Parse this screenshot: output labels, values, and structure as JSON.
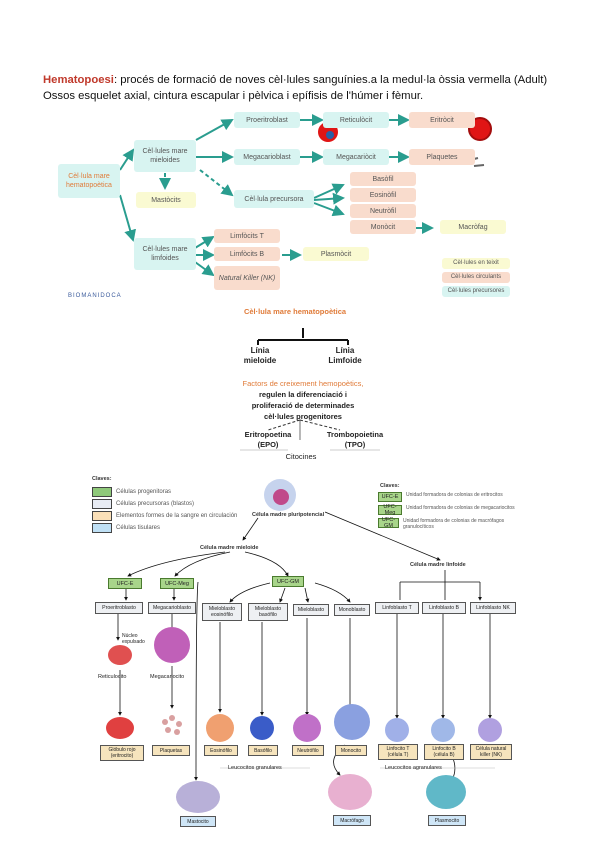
{
  "intro": {
    "highlight": "Hematopoesi",
    "line1_rest": ": procés de formació de noves cèl·lules sanguínies.a la medul·la òssia vermella (Adult)",
    "line2": "Ossos esquelet axial, cintura escapular i pèlvica i epífisis de l'húmer i fèmur."
  },
  "diagram1": {
    "stem": "Cèl·lula mare hematopoètica",
    "myeloid": "Cèl·lules mare mieloides",
    "lymphoid": "Cèl·lules mare limfoides",
    "mastocits": "Mastòcits",
    "proeritroblast": "Proeritroblast",
    "reticulocit": "Reticulòcit",
    "eritrocit": "Eritròcit",
    "megacarioblast": "Megacarioblast",
    "megacariocit": "Megacariòcit",
    "plaquetes": "Plaquetes",
    "precursora": "Cèl·lula precursora",
    "basofil": "Basòfil",
    "eosinofil": "Eosinòfil",
    "neutrofil": "Neutròfil",
    "monocit": "Monòcit",
    "macrofag": "Macròfag",
    "limfocitT": "Limfòcits T",
    "limfocitB": "Limfòcits B",
    "plasmocit": "Plasmòcit",
    "nk": "Natural Killer (NK)",
    "legend": [
      "Cèl·lules en teixit",
      "Cèl·lules circulants",
      "Cèl·lules precursores"
    ],
    "logo": "BIOMANIDOCA"
  },
  "diagram2": {
    "stem": "Cèl·lula mare hematopoètica",
    "myeloid": "Línia mieloide",
    "lymphoid": "Línia Limfoide",
    "factors_title": "Factors de creixement hemopoètics,",
    "factors_desc": "regulen la diferenciació i proliferació de determinades cèl·lules progenitores",
    "epo": "Eritropoetina (EPO)",
    "tpo": "Trombopoietina (TPO)",
    "citocines": "Citocines"
  },
  "diagram3": {
    "keys_title": "Claves:",
    "keys": [
      "Células progenitoras",
      "Células precursoras (blastos)",
      "Elementos formes de la sangre en circulación",
      "Células tisulares"
    ],
    "keys2_title": "Claves:",
    "keys2": [
      {
        "code": "UFC-E",
        "desc": "Unidad formadora de colonias de eritrocitos"
      },
      {
        "code": "UFC-Meg",
        "desc": "Unidad formadora de colonias de megacariocitos"
      },
      {
        "code": "UFC-GM",
        "desc": "Unidad formadora de colonias de macrófagos granulocíticos"
      }
    ],
    "pluripotent": "Célula madre pluripotencial",
    "myeloid_stem": "Célula madre mieloide",
    "lymphoid_stem": "Célula madre linfoide",
    "ufc_e": "UFC-E",
    "ufc_meg": "UFC-Meg",
    "ufc_gm": "UFC-GM",
    "proeritroblasto": "Proeritroblasto",
    "megacarioblasto": "Megacarioblasto",
    "mieloblasto_eos": "Mieloblasto eosinófilo",
    "mieloblasto_bas": "Mieloblasto basófilo",
    "mieloblasto": "Mieloblasto",
    "monoblasto": "Monoblasto",
    "linfoblasto_t": "Linfoblasto T",
    "linfoblasto_b": "Linfoblasto B",
    "linfoblasto_nk": "Linfoblasto NK",
    "nucleo": "Núcleo expulsado",
    "reticulocito": "Reticulocito",
    "megacariocito": "Megacariocito",
    "globulo_rojo": "Glóbulo rojo (eritrocito)",
    "plaquetas": "Plaquetas",
    "eosinofilo": "Eosinófilo",
    "basofilo": "Basófilo",
    "neutrofilo": "Neutrófilo",
    "monocito": "Monocito",
    "linfocito_t": "Linfocito T (célula T)",
    "linfocito_b": "Linfocito B (célula B)",
    "nk": "Célula natural killer (NK)",
    "granulares": "Leucocitos granulares",
    "agranulares": "Leucocitos agranulares",
    "mastocito": "Mastocito",
    "macrofago": "Macrófago",
    "plasmocito": "Plasmocito"
  }
}
